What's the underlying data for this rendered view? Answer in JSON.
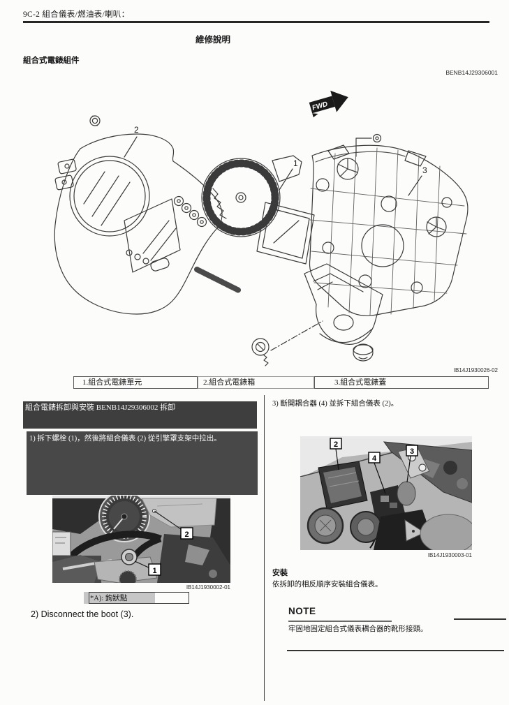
{
  "page": {
    "header": "9C-2 組合儀表/燃油表/喇叭：",
    "section_title": "維修說明",
    "subsection_title": "組合式電錶組件",
    "doc_code": "BENB14J29306001"
  },
  "diagram": {
    "fwd_label": "FWD",
    "callout_1": "1",
    "callout_2": "2",
    "callout_3": "3",
    "figure_code": "IB14J1930026-02",
    "legend_1": "1.組合式電錶單元",
    "legend_2": "2.組合式電錶箱",
    "legend_3": "3.組合式電錶蓋"
  },
  "removal": {
    "heading": "組合電錶拆卸與安裝 BENB14J29306002 拆卸",
    "step1": "1) 拆下螺栓 (1)，然後將組合儀表 (2) 從引擎罩支架中拉出。",
    "photo1": {
      "callout_2": "2",
      "callout_1": "1",
      "figure_code": "IB14J1930002-01"
    },
    "note_a": "*A): 鉤狀點",
    "step2": "2) Disconnect the boot (3)."
  },
  "right_column": {
    "step3": "3) 斷開耦合器 (4) 並拆下組合儀表 (2)。",
    "photo2": {
      "callout_2": "2",
      "callout_4": "4",
      "callout_3": "3",
      "figure_code": "IB14J1930003-01"
    },
    "install_heading": "安裝",
    "install_text": "依拆卸的相反順序安裝組合儀表。",
    "note_label": "NOTE",
    "note_text": "牢固地固定組合式儀表耦合器的靴形接頭。"
  },
  "colors": {
    "line": "#3a3a3a",
    "redact_dark": "#3e3e3e",
    "redact_mid": "#484848",
    "rule": "#262626"
  }
}
